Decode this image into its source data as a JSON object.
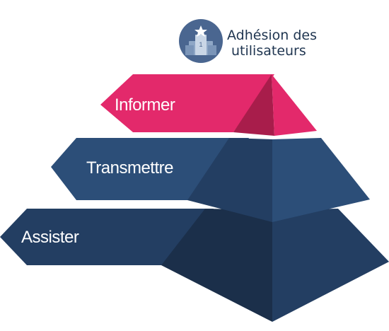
{
  "header": {
    "line1": "Adhésion des",
    "line2": "utilisateurs",
    "icon": "podium-star-icon",
    "badge_number": "1"
  },
  "tiers": [
    {
      "label": "Informer",
      "color": "#e3296b"
    },
    {
      "label": "Transmettre",
      "color": "#2c4e78"
    },
    {
      "label": "Assister",
      "color": "#233e62"
    }
  ],
  "colors": {
    "pink": "#e3296b",
    "pink_dark": "#a81d4b",
    "blue_mid": "#2c4e78",
    "blue_dark": "#1b2f4a",
    "icon_circle": "#4a6690",
    "text": "#1f3550"
  }
}
